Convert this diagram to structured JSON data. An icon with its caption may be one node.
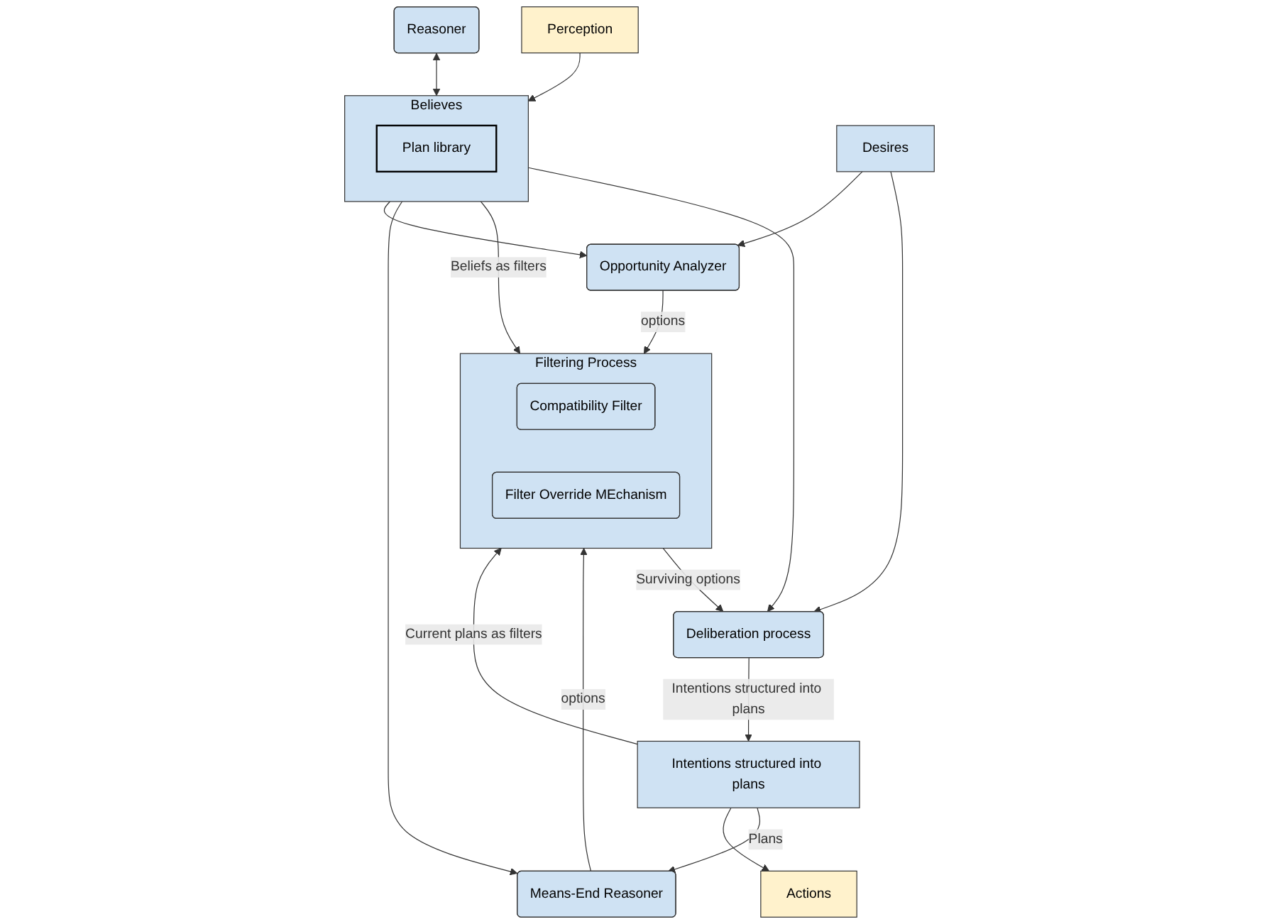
{
  "diagram": {
    "nodes": [
      {
        "text": [
          "Perception"
        ]
      },
      {
        "text": [
          "Reasoner"
        ]
      },
      {
        "text": [
          "Believes"
        ]
      },
      {
        "text": [
          "Plan library"
        ],
        "in": 2
      },
      {
        "text": [
          "Means-End Reasoner"
        ]
      },
      {
        "text": [
          "Deliberation process"
        ]
      },
      {
        "text": [
          "Filtering Process"
        ]
      },
      {
        "text": [
          "Compatibility Filter"
        ],
        "in": 6
      },
      {
        "text": [
          "Filter Override MEchanism"
        ],
        "in": 6
      },
      {
        "text": [
          "Intentions structured into plans"
        ]
      },
      {
        "text": [
          "Desires"
        ]
      },
      {
        "text": [
          "Opportunity Analyzer"
        ]
      },
      {
        "text": [
          "Actions"
        ]
      }
    ],
    "edges": [
      {
        "from": 0,
        "to": 2,
        "arrow": "to"
      },
      {
        "from": 1,
        "to": 2,
        "arrow": "both"
      },
      {
        "from": 2,
        "to": 5,
        "arrow": "to"
      },
      {
        "from": 2,
        "to": 6,
        "arrow": "to",
        "label": "Beliefs as filters"
      },
      {
        "from": 2,
        "to": 4,
        "arrow": "to"
      },
      {
        "from": 2,
        "to": 11,
        "arrow": "to"
      },
      {
        "from": 4,
        "to": 6,
        "arrow": "to",
        "label": "options"
      },
      {
        "from": 6,
        "to": 5,
        "arrow": "to",
        "label": "Surviving options"
      },
      {
        "from": 9,
        "to": 6,
        "arrow": "to",
        "label": "Current plans as filters"
      },
      {
        "from": 9,
        "to": 4,
        "arrow": "to",
        "label": "Plans"
      },
      {
        "from": 11,
        "to": 6,
        "arrow": "to",
        "label": "options"
      },
      {
        "from": 5,
        "to": 9,
        "arrow": "to",
        "label": "Intentions structured into plans"
      },
      {
        "from": 10,
        "to": 5,
        "arrow": "to"
      },
      {
        "from": 10,
        "to": 11,
        "arrow": "to"
      },
      {
        "from": 9,
        "to": 12,
        "arrow": "to"
      }
    ]
  }
}
